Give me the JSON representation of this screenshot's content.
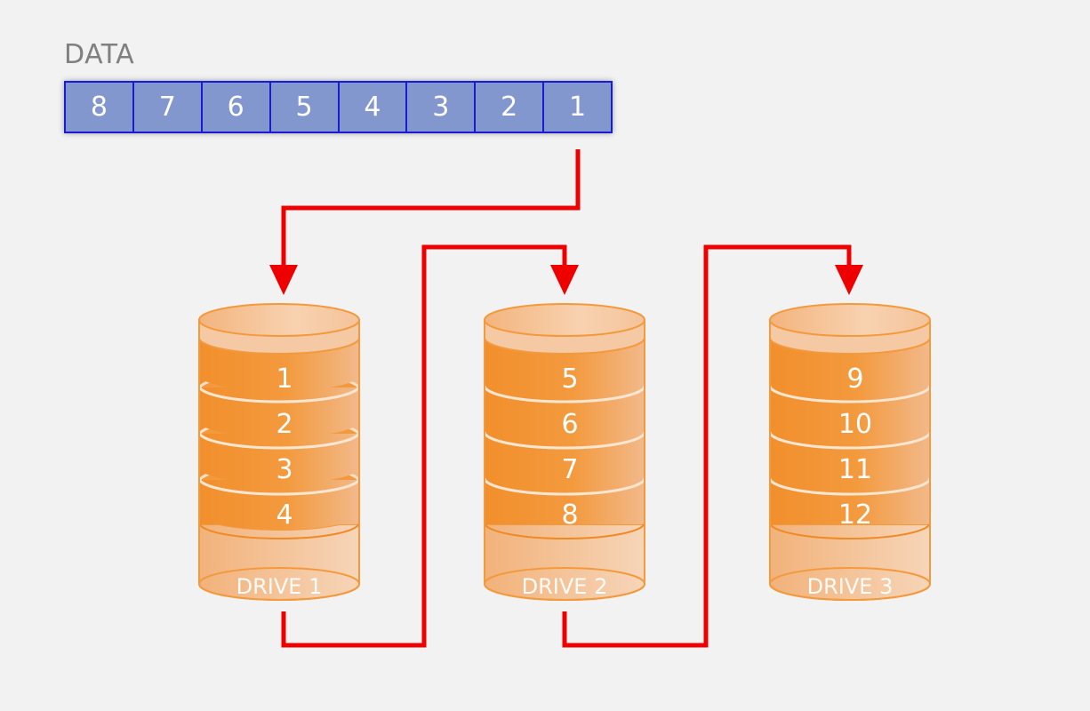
{
  "data_block": {
    "title": "DATA",
    "cells": [
      "8",
      "7",
      "6",
      "5",
      "4",
      "3",
      "2",
      "1"
    ]
  },
  "drives": [
    {
      "label": "DRIVE 1",
      "blocks": [
        "1",
        "2",
        "3",
        "4"
      ]
    },
    {
      "label": "DRIVE 2",
      "blocks": [
        "5",
        "6",
        "7",
        "8"
      ]
    },
    {
      "label": "DRIVE 3",
      "blocks": [
        "9",
        "10",
        "11",
        "12"
      ]
    }
  ],
  "colors": {
    "background": "#f2f2f2",
    "data_fill": "#8397cf",
    "data_border": "#1b1bd6",
    "drive_orange": "#f39a3e",
    "drive_light": "#f6c8a0",
    "arrow": "#ee0000",
    "title": "#808080"
  }
}
